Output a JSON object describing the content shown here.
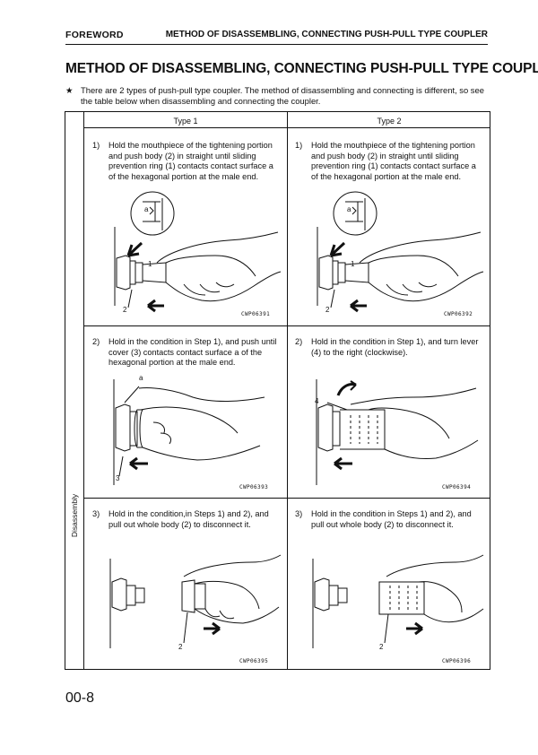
{
  "running_header": {
    "left": "FOREWORD",
    "right": "METHOD OF DISASSEMBLING, CONNECTING PUSH-PULL TYPE COUPLER"
  },
  "title": "METHOD OF DISASSEMBLING, CONNECTING PUSH-PULL TYPE COUPLER",
  "note": {
    "symbol": "★",
    "text": "There are 2 types of push-pull type coupler. The method of disassembling and connecting is different, so see the table below when disassembling and connecting the coupler."
  },
  "table": {
    "columns": [
      "Type 1",
      "Type 2"
    ],
    "section_label": "Disassembly",
    "rows": [
      {
        "type1": {
          "num": "1)",
          "text": "Hold the mouthpiece of the tightening portion and push body (2) in straight until sliding prevention ring (1) contacts contact surface a of the hexagonal portion at the male end.",
          "labels": [
            "a",
            "1",
            "2"
          ],
          "code": "CWP06391"
        },
        "type2": {
          "num": "1)",
          "text": "Hold the mouthpiece of the tightening portion and push body (2) in straight until sliding prevention ring (1) contacts contact surface a of the hexagonal portion at the male end.",
          "labels": [
            "a",
            "1",
            "2"
          ],
          "code": "CWP06392"
        }
      },
      {
        "type1": {
          "num": "2)",
          "text": "Hold in the condition in Step 1), and push until cover (3) contacts contact surface a of the hexagonal portion at the male end.",
          "labels": [
            "a",
            "3"
          ],
          "code": "CWP06393"
        },
        "type2": {
          "num": "2)",
          "text": "Hold in the condition in Step 1), and turn lever (4) to the right (clockwise).",
          "labels": [
            "4"
          ],
          "code": "CWP06394"
        }
      },
      {
        "type1": {
          "num": "3)",
          "text": "Hold in the condition,in Steps 1) and 2), and pull out whole body (2) to disconnect it.",
          "labels": [
            "2"
          ],
          "code": "CWP06395"
        },
        "type2": {
          "num": "3)",
          "text": "Hold in the condition in Steps 1) and 2), and pull out whole body (2) to disconnect it.",
          "labels": [
            "2"
          ],
          "code": "CWP06396"
        }
      }
    ]
  },
  "page_number": "00-8"
}
